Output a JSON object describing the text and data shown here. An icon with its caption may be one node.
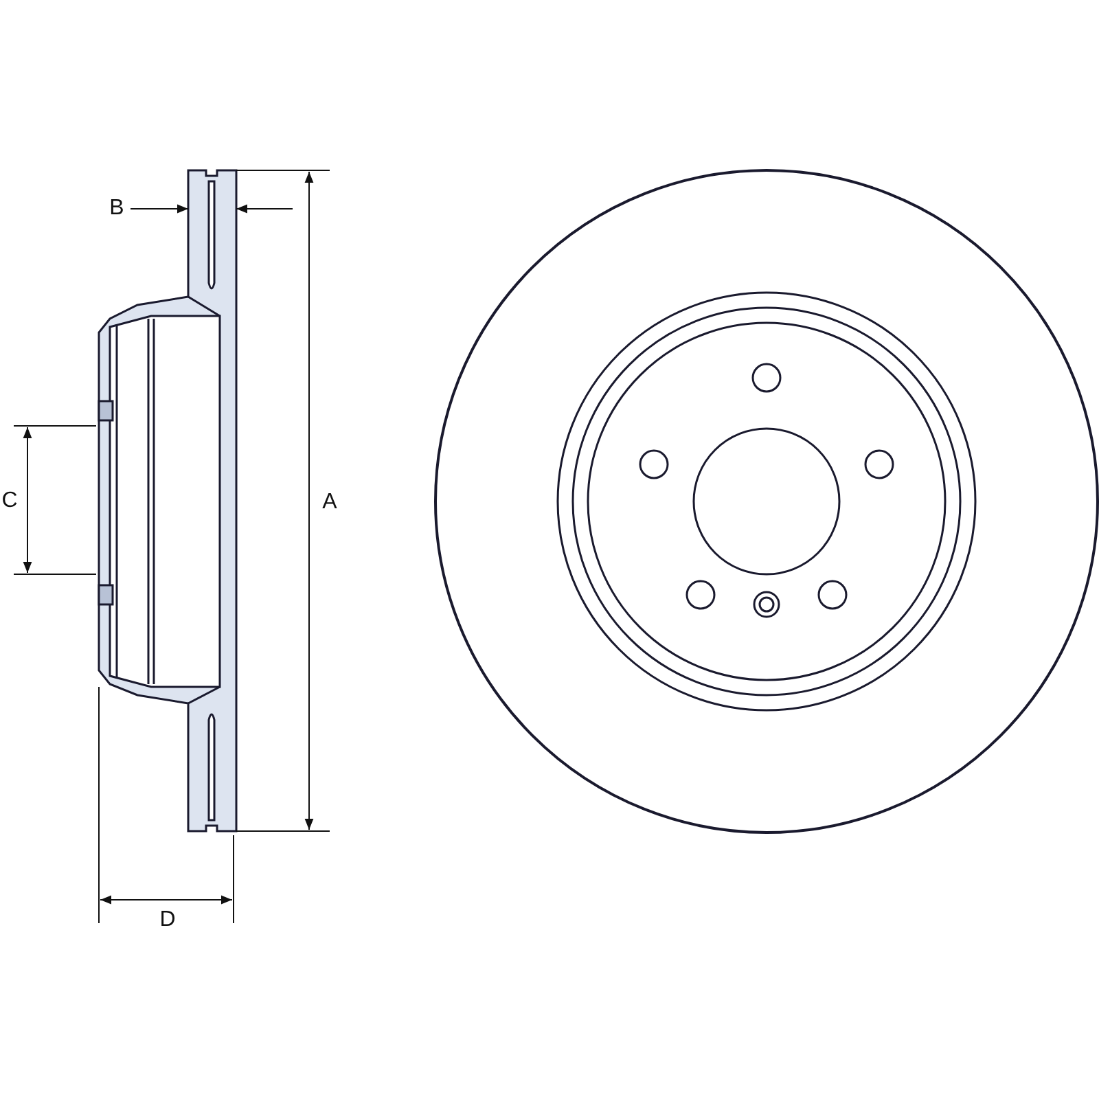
{
  "diagram": {
    "labels": [
      "B",
      "C",
      "A",
      "D"
    ]
  }
}
